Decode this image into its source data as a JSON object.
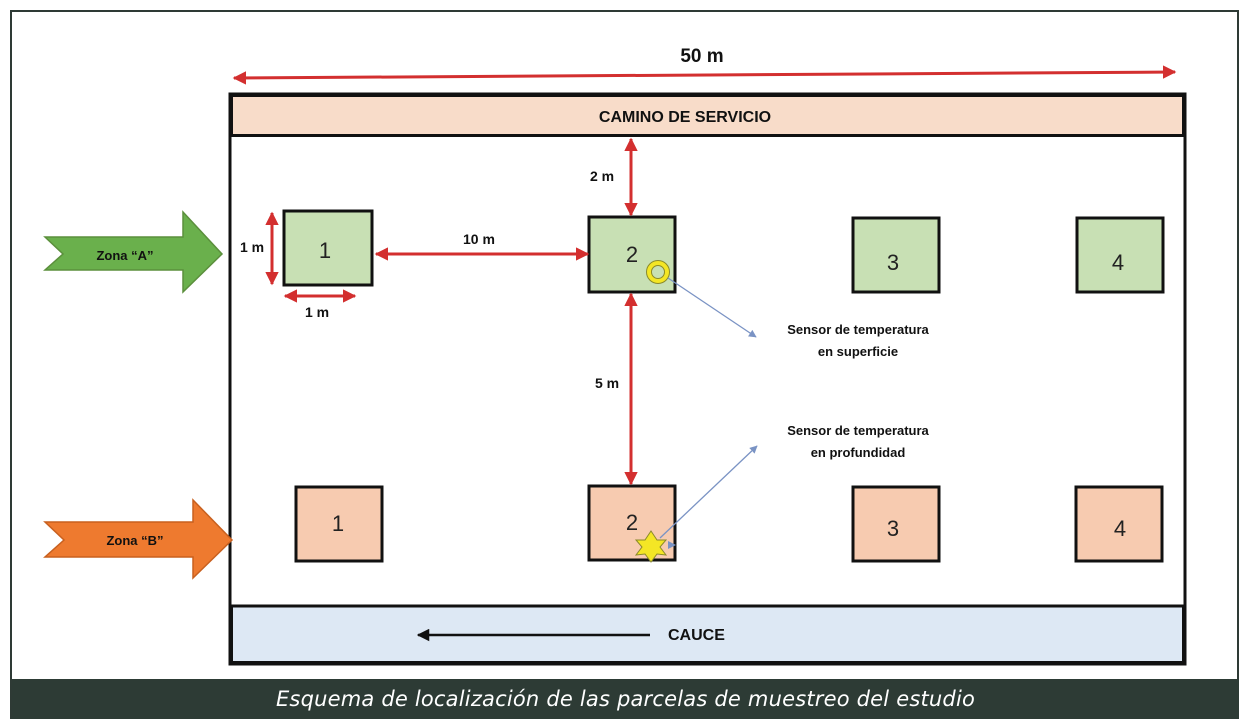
{
  "width_label": "50 m",
  "road_label": "CAMINO DE SERVICIO",
  "river_label": "CAUCE",
  "zone_a": {
    "label": "Zona “A”",
    "color": "#6ab04c",
    "plots": [
      "1",
      "2",
      "3",
      "4"
    ],
    "plot_color": "#c8e0b4"
  },
  "zone_b": {
    "label": "Zona “B”",
    "color": "#ee7a2f",
    "plots": [
      "1",
      "2",
      "3",
      "4"
    ],
    "plot_color": "#f7cbb0"
  },
  "dimensions": {
    "plot_height": "1 m",
    "plot_width": "1 m",
    "plot_spacing": "10 m",
    "road_distance": "2 m",
    "zone_distance": "5 m"
  },
  "sensors": {
    "surface": {
      "line1": "Sensor de temperatura",
      "line2": "en superficie",
      "icon": "yellow-ring-icon"
    },
    "depth": {
      "line1": "Sensor de temperatura",
      "line2": "en profundidad",
      "icon": "yellow-star-icon"
    }
  },
  "colors": {
    "road": "#f8dcc9",
    "river": "#dde8f4",
    "dimension_arrow": "#d32f2f",
    "pointer_line": "#7a93c4",
    "sensor": "#f4e625"
  },
  "caption": "Esquema de localización de las parcelas de muestreo del estudio"
}
